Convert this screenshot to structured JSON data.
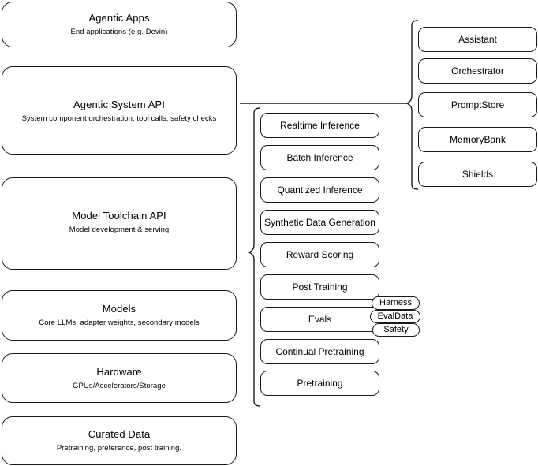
{
  "diagram": {
    "title": "AI stack layers",
    "stroke_color": "#1a1a1a",
    "background_color": "#ffffff"
  },
  "layers": [
    {
      "name": "agentic-apps",
      "title": "Agentic Apps",
      "subtitle": "End applications (e.g. Devin)"
    },
    {
      "name": "agentic-system-api",
      "title": "Agentic System API",
      "subtitle": "System component orchestration, tool calls, safety checks"
    },
    {
      "name": "model-toolchain-api",
      "title": "Model Toolchain API",
      "subtitle": "Model development & serving"
    },
    {
      "name": "models",
      "title": "Models",
      "subtitle": "Core LLMs, adapter weights, secondary models"
    },
    {
      "name": "hardware",
      "title": "Hardware",
      "subtitle": "GPUs/Accelerators/Storage"
    },
    {
      "name": "curated-data",
      "title": "Curated Data",
      "subtitle": "Pretraining, preference, post training."
    }
  ],
  "toolchain_apis": [
    {
      "name": "realtime-inference",
      "label": "Realtime Inference"
    },
    {
      "name": "batch-inference",
      "label": "Batch Inference"
    },
    {
      "name": "quantized-inference",
      "label": "Quantized Inference"
    },
    {
      "name": "synthetic-data-generation",
      "label": "Synthetic Data Generation"
    },
    {
      "name": "reward-scoring",
      "label": "Reward Scoring"
    },
    {
      "name": "post-training",
      "label": "Post Training"
    },
    {
      "name": "evals",
      "label": "Evals"
    },
    {
      "name": "continual-pretraining",
      "label": "Continual Pretraining"
    },
    {
      "name": "pretraining",
      "label": "Pretraining"
    }
  ],
  "eval_chips": [
    {
      "name": "harness",
      "label": "Harness"
    },
    {
      "name": "evaldata",
      "label": "EvalData"
    },
    {
      "name": "safety",
      "label": "Safety"
    }
  ],
  "system_components": [
    {
      "name": "assistant",
      "label": "Assistant"
    },
    {
      "name": "orchestrator",
      "label": "Orchestrator"
    },
    {
      "name": "promptstore",
      "label": "PromptStore"
    },
    {
      "name": "memorybank",
      "label": "MemoryBank"
    },
    {
      "name": "shields",
      "label": "Shields"
    }
  ]
}
